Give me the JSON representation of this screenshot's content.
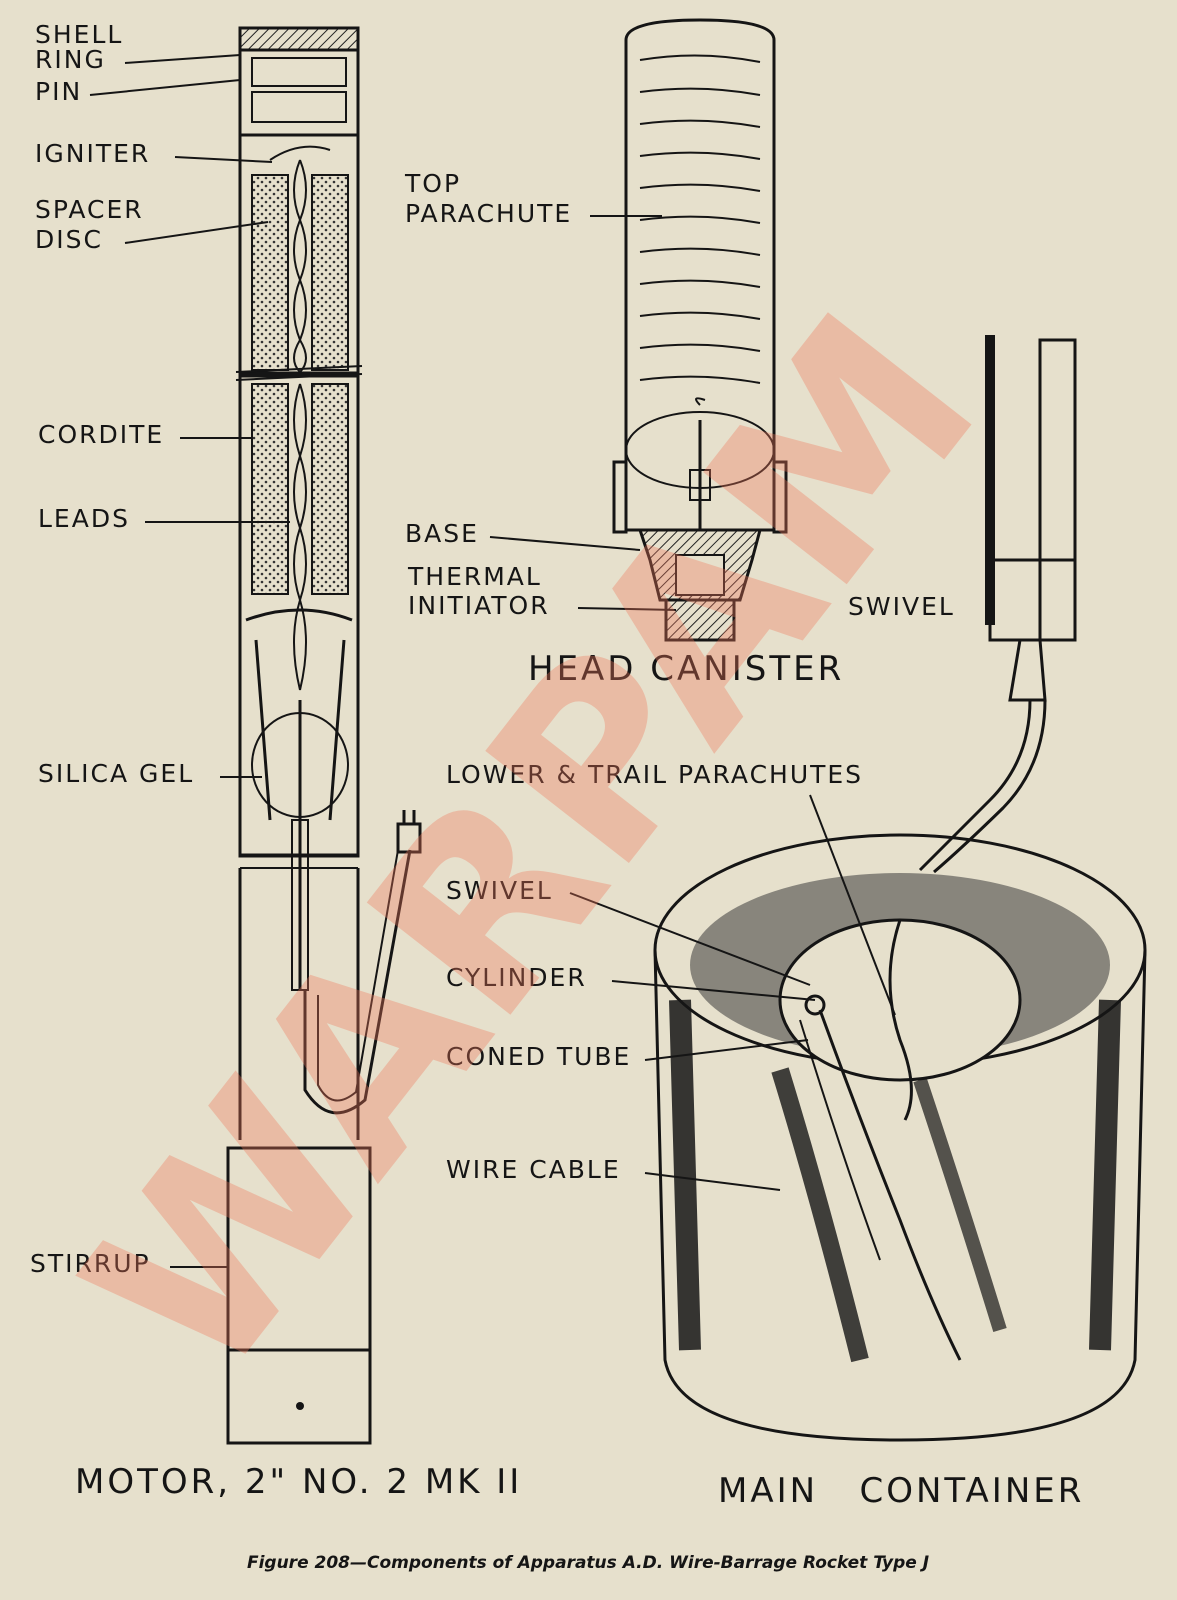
{
  "motor": {
    "title": "MOTOR, 2\" NO. 2 MK II",
    "labels": {
      "shell": "SHELL",
      "ring": "RING",
      "pin": "PIN",
      "igniter": "IGNITER",
      "spacer_1": "SPACER",
      "spacer_2": "DISC",
      "cordite": "CORDITE",
      "leads": "LEADS",
      "silica_gel": "SILICA GEL",
      "stirrup": "STIRRUP"
    }
  },
  "head_canister": {
    "title": "HEAD CANISTER",
    "labels": {
      "top_parachute_1": "TOP",
      "top_parachute_2": "PARACHUTE",
      "base": "BASE",
      "thermal_1": "THERMAL",
      "thermal_2": "INITIATOR"
    }
  },
  "main_container": {
    "title": "MAIN   CONTAINER",
    "labels": {
      "swivel_top": "SWIVEL",
      "lower_trail": "LOWER & TRAIL PARACHUTES",
      "swivel": "SWIVEL",
      "cylinder": "CYLINDER",
      "coned_tube": "CONED TUBE",
      "wire_cable": "WIRE CABLE"
    }
  },
  "caption": "Figure 208—Components of Apparatus A.D. Wire-Barrage Rocket Type J",
  "watermark": "WARPAM",
  "colors": {
    "paper": "#e6e0cc",
    "ink": "#151515",
    "watermark": "#f0775b"
  }
}
